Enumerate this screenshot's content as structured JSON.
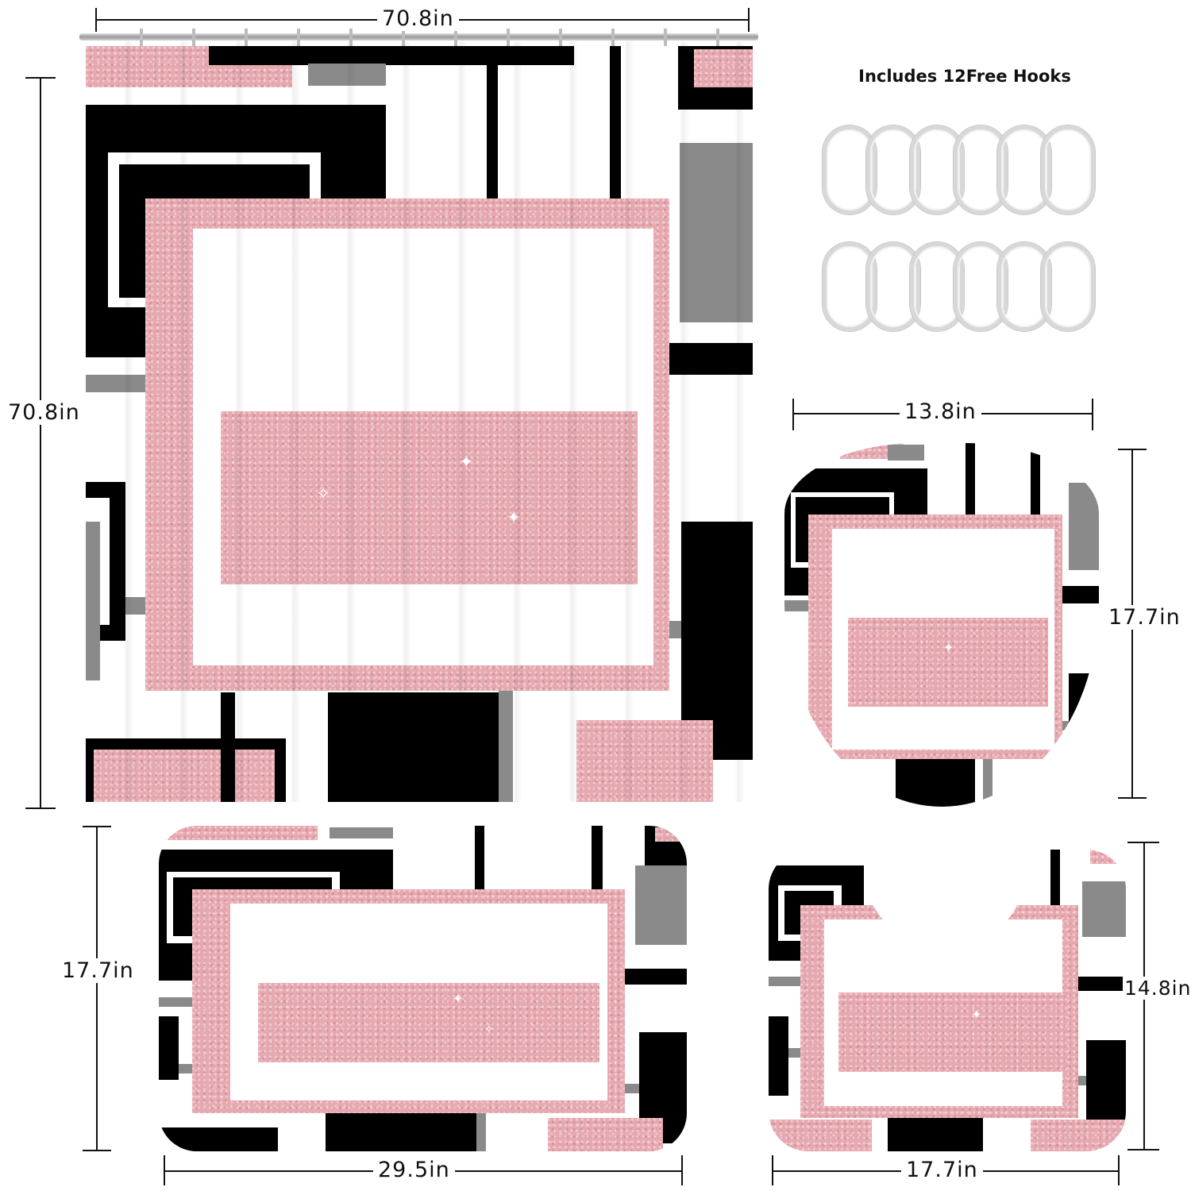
{
  "hooks": {
    "title": "Includes 12Free Hooks",
    "count": 12
  },
  "curtain": {
    "width_label": "70.8in",
    "height_label": "70.8in"
  },
  "lid_cover": {
    "width_label": "13.8in",
    "height_label": "17.7in"
  },
  "bath_mat": {
    "width_label": "29.5in",
    "height_label": "17.7in"
  },
  "contour_mat": {
    "width_label": "17.7in",
    "height_label": "14.8in"
  },
  "colors": {
    "pink": "#e6a9b0",
    "black": "#000000",
    "gray": "#8a8a8a",
    "white": "#ffffff"
  }
}
